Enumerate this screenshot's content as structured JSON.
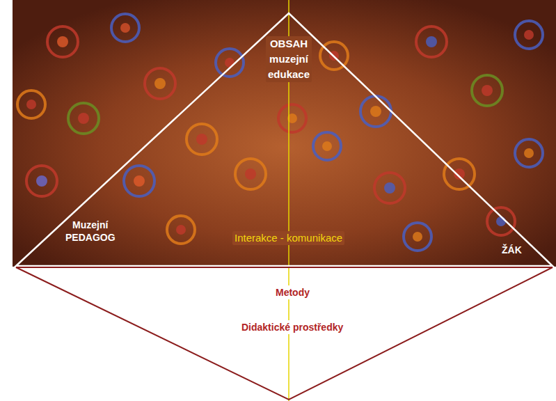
{
  "diagram": {
    "nodes": [
      {
        "text": [
          "OBSAH muzejní edukace",
          "Muzejní PEDAGOG",
          "Interakce - komunikace",
          "ŽÁK"
        ]
      },
      {
        "text": [
          "Metody",
          "Didaktické prostředky"
        ]
      }
    ]
  }
}
